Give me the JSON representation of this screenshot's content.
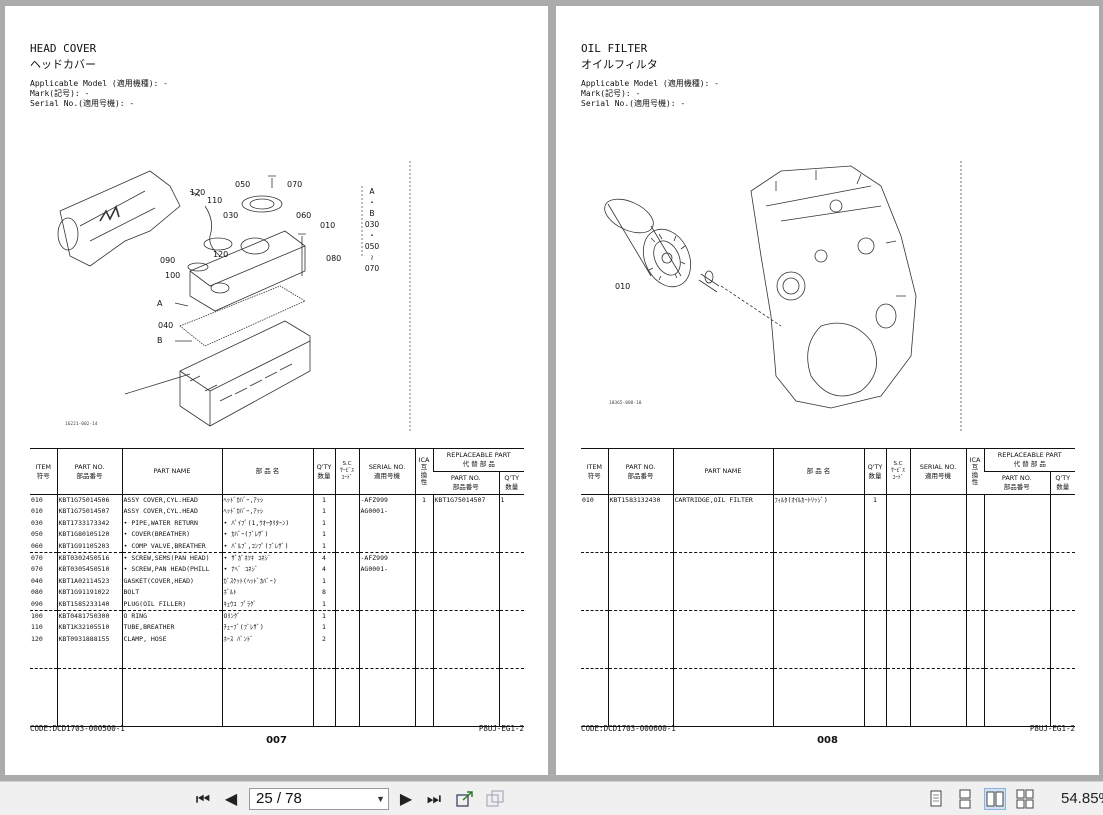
{
  "left_page": {
    "title": "HEAD COVER",
    "title_jp": "ヘッドカバー",
    "applicable_model": "Applicable Model (適用機種): -",
    "mark": "Mark(記号): -",
    "serial": "Serial No.(適用号機): -",
    "figure_code": "16221-002-14",
    "callouts": [
      "120",
      "110",
      "050",
      "070",
      "030",
      "060",
      "120",
      "090",
      "100",
      "080",
      "A",
      "040",
      "B",
      "010"
    ],
    "side_list": [
      "A",
      "・",
      "B",
      "030",
      "・",
      "050",
      "≀",
      "070"
    ],
    "rows": [
      {
        "item": "010",
        "part_no": "KBT1G75014506",
        "name": "ASSY COVER,CYL.HEAD",
        "jp": "ﾍｯﾄﾞｶﾊﾞｰ,ｱｯｼ",
        "qty": "1",
        "sc": "",
        "serial": "-AFZ999",
        "ica": "1",
        "rp_no": "KBT1G75014507",
        "rp_qty": "1"
      },
      {
        "item": "010",
        "part_no": "KBT1G75014507",
        "name": "ASSY COVER,CYL.HEAD",
        "jp": "ﾍｯﾄﾞｶﾊﾞｰ,ｱｯｼ",
        "qty": "1",
        "sc": "",
        "serial": "AG0001-",
        "ica": "",
        "rp_no": "",
        "rp_qty": ""
      },
      {
        "item": "030",
        "part_no": "KBT1733173342",
        "name": "• PIPE,WATER RETURN",
        "jp": "• ﾊﾟｲﾌﾟ(1,ｳｵｰﾀﾘﾀｰﾝ)",
        "qty": "1",
        "sc": "",
        "serial": "",
        "ica": "",
        "rp_no": "",
        "rp_qty": ""
      },
      {
        "item": "050",
        "part_no": "KBT1G80105120",
        "name": "• COVER(BREATHER)",
        "jp": "• ｶﾊﾞｰ(ﾌﾞﾚｻﾞ)",
        "qty": "1",
        "sc": "",
        "serial": "",
        "ica": "",
        "rp_no": "",
        "rp_qty": ""
      },
      {
        "item": "060",
        "part_no": "KBT1G91105203",
        "name": "• COMP VALVE,BREATHER",
        "jp": "• ﾊﾞﾙﾌﾞ,ｺﾝﾌﾟ(ﾌﾞﾚｻﾞ)",
        "qty": "1",
        "sc": "",
        "serial": "",
        "ica": "",
        "rp_no": "",
        "rp_qty": ""
      },
      {
        "item": "070",
        "part_no": "KBT0302450516",
        "name": "• SCREW,SEMS(PAN HEAD)",
        "jp": "• ｻﾞｶﾞﾈﾂｷ ｺﾈｼﾞ",
        "qty": "4",
        "sc": "",
        "serial": "-AFZ999",
        "ica": "",
        "rp_no": "",
        "rp_qty": ""
      },
      {
        "item": "070",
        "part_no": "KBT0305450510",
        "name": "• SCREW,PAN HEAD(PHILL",
        "jp": "• ﾅﾍﾞ ｺﾈｼﾞ",
        "qty": "4",
        "sc": "",
        "serial": "AG0001-",
        "ica": "",
        "rp_no": "",
        "rp_qty": ""
      },
      {
        "item": "040",
        "part_no": "KBT1A02114523",
        "name": "GASKET(COVER,HEAD)",
        "jp": "ｶﾞｽｹｯﾄ(ﾍｯﾄﾞｶﾊﾞｰ)",
        "qty": "1",
        "sc": "",
        "serial": "",
        "ica": "",
        "rp_no": "",
        "rp_qty": ""
      },
      {
        "item": "080",
        "part_no": "KBT1G91191022",
        "name": "BOLT",
        "jp": "ﾎﾞﾙﾄ",
        "qty": "8",
        "sc": "",
        "serial": "",
        "ica": "",
        "rp_no": "",
        "rp_qty": ""
      },
      {
        "item": "090",
        "part_no": "KBT1585233140",
        "name": "PLUG(OIL FILLER)",
        "jp": "ｷｭｳﾕ ﾌﾟﾗｸﾞ",
        "qty": "1",
        "sc": "",
        "serial": "",
        "ica": "",
        "rp_no": "",
        "rp_qty": ""
      },
      {
        "item": "100",
        "part_no": "KBT0481750300",
        "name": "O RING",
        "jp": "Oﾘﾝｸﾞ",
        "qty": "1",
        "sc": "",
        "serial": "",
        "ica": "",
        "rp_no": "",
        "rp_qty": ""
      },
      {
        "item": "110",
        "part_no": "KBT1K32105510",
        "name": "TUBE,BREATHER",
        "jp": "ﾁｭｰﾌﾞ(ﾌﾞﾚｻﾞ)",
        "qty": "1",
        "sc": "",
        "serial": "",
        "ica": "",
        "rp_no": "",
        "rp_qty": ""
      },
      {
        "item": "120",
        "part_no": "KBT0931888155",
        "name": "CLAMP, HOSE",
        "jp": "ﾎｰｽ ﾊﾞﾝﾄﾞ",
        "qty": "2",
        "sc": "",
        "serial": "",
        "ica": "",
        "rp_no": "",
        "rp_qty": ""
      }
    ],
    "code": "CODE:DCD1703-000500-1",
    "ref": "P8UJ-EG1-2",
    "page_no": "007"
  },
  "right_page": {
    "title": "OIL FILTER",
    "title_jp": "オイルフィルタ",
    "applicable_model": "Applicable Model (適用機種): -",
    "mark": "Mark(記号): -",
    "serial": "Serial No.(適用号機): -",
    "figure_code": "10365-088-10",
    "callout": "010",
    "rows": [
      {
        "item": "010",
        "part_no": "KBT1583132430",
        "name": "CARTRIDGE,OIL FILTER",
        "jp": "ﾌｨﾙﾀ(ｵｲﾙｶｰﾄﾘｯｼﾞ)",
        "qty": "1",
        "sc": "",
        "serial": "",
        "ica": "",
        "rp_no": "",
        "rp_qty": ""
      }
    ],
    "code": "CODE:DCD1703-000600-1",
    "ref": "P8UJ-EG1-2",
    "page_no": "008"
  },
  "table_headers": {
    "item": "ITEM\n符号",
    "part_no": "PART NO.\n部品番号",
    "name": "PART NAME",
    "jp": "部 品 名",
    "qty": "Q'TY\n数量",
    "sc": "S.C\nｻｰﾋﾞｽ\nｺｰﾄﾞ",
    "serial": "SERIAL NO.\n適用号機",
    "ica": "ICA\n互\n換\n性",
    "rp_title": "REPLACEABLE PART\n代 替 部 品",
    "rp_no": "PART NO.\n部品番号",
    "rp_qty": "Q'TY\n数量"
  },
  "toolbar": {
    "page_value": "25 / 78",
    "zoom": "54.85%",
    "icons": [
      "first-page-icon",
      "prev-page-icon",
      "next-page-icon",
      "last-page-icon",
      "export-icon",
      "export-disabled-icon",
      "single-page-view-icon",
      "continuous-view-icon",
      "two-page-view-icon",
      "two-page-continuous-view-icon"
    ]
  }
}
